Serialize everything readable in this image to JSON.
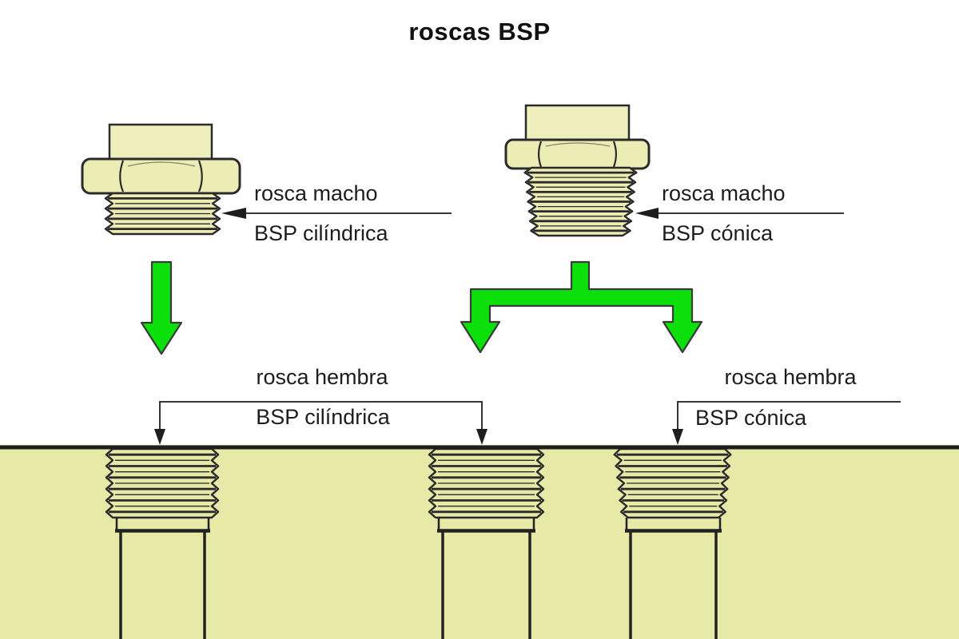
{
  "title": "roscas BSP",
  "labels": {
    "male_cylindrical": {
      "line1": "rosca macho",
      "line2": "BSP cilíndrica"
    },
    "male_conical": {
      "line1": "rosca macho",
      "line2": "BSP cónica"
    },
    "female_cylindrical": {
      "line1": "rosca hembra",
      "line2": "BSP cilíndrica"
    },
    "female_conical": {
      "line1": "rosca hembra",
      "line2": "BSP cónica"
    }
  },
  "colors": {
    "background": "#FFFFFF",
    "outline": "#2b2b2b",
    "fitting_fill": "#ECEDB4",
    "block_fill": "#E7E9A6",
    "arrow_green": "#0BE00B",
    "arrow_outline": "#3a3a3a",
    "pointer_black": "#1d1d1d",
    "text": "#1d1d1d"
  }
}
